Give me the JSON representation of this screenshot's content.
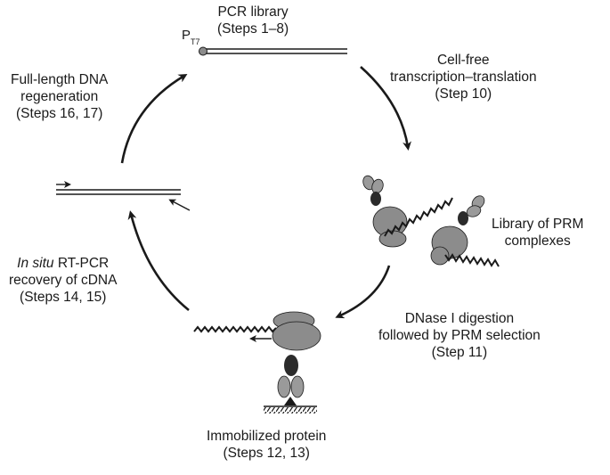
{
  "labels": {
    "pcr_library": {
      "line1": "PCR library",
      "line2": "(Steps 1–8)"
    },
    "promoter": {
      "main": "P",
      "sub": "T7"
    },
    "cell_free": {
      "line1": "Cell-free",
      "line2": "transcription–translation",
      "line3": "(Step 10)"
    },
    "prm_library": {
      "line1": "Library of PRM",
      "line2": "complexes"
    },
    "dnase": {
      "line1": "DNase I digestion",
      "line2": "followed by PRM selection",
      "line3": "(Step 11)"
    },
    "immobilized": {
      "line1": "Immobilized protein",
      "line2": "(Steps 12, 13)"
    },
    "rtpcr": {
      "italic": "In situ",
      "line1_rest": " RT-PCR",
      "line2": "recovery of cDNA",
      "line3": "(Steps 14, 15)"
    },
    "regeneration": {
      "line1": "Full-length DNA",
      "line2": "regeneration",
      "line3": "(Steps 16, 17)"
    }
  },
  "colors": {
    "ink": "#1a1a1a",
    "ribosome": "#8c8c8c",
    "ribosome_small": "#9a9a9a",
    "linker": "#2b2b2b"
  },
  "icons": [
    "cycle-arrow",
    "dna-double-strand",
    "ribosome-complex",
    "mrna-wave",
    "primer-arrow",
    "surface-hatch"
  ]
}
